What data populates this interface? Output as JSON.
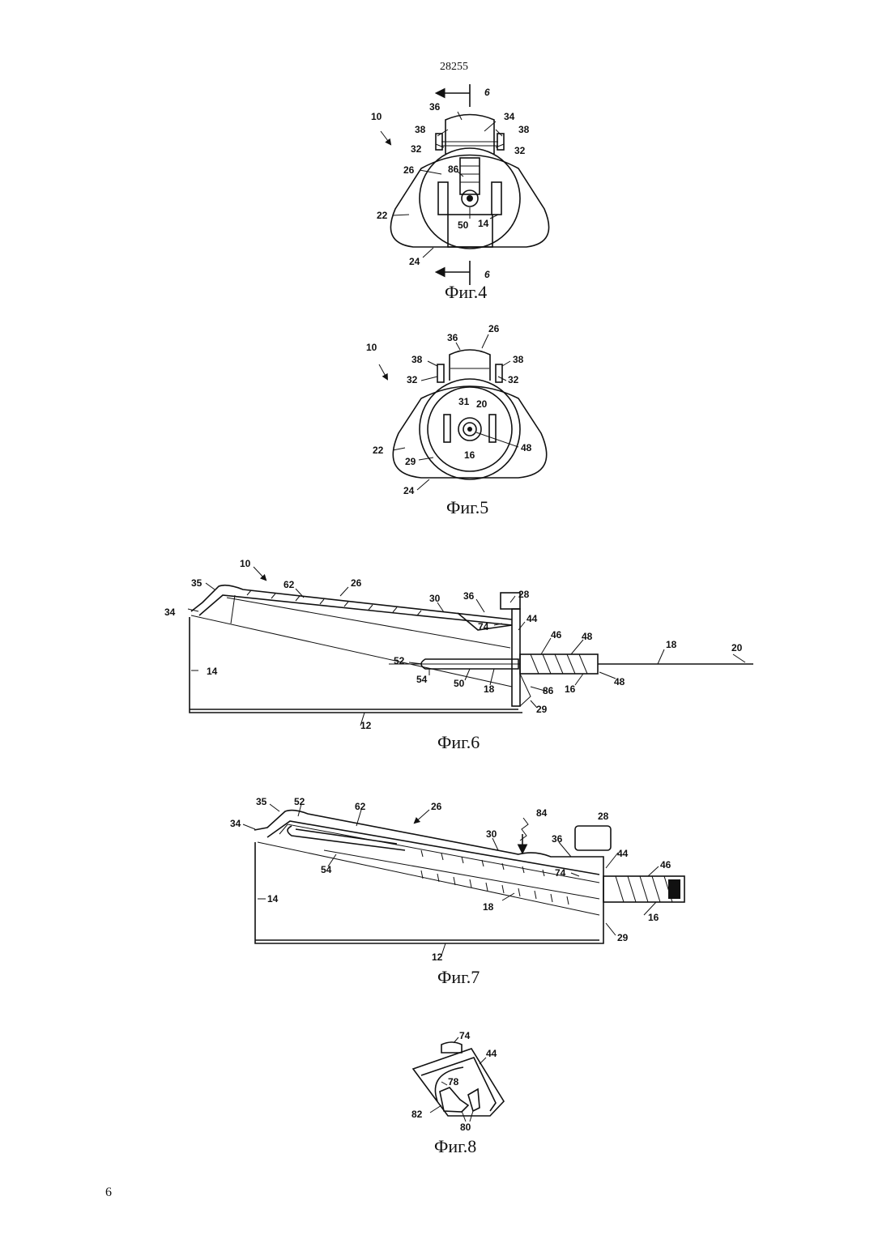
{
  "header": {
    "doc_number": "28255"
  },
  "footer": {
    "page_number": "6"
  },
  "figures": {
    "fig4": {
      "caption": "Фиг.4",
      "labels": {
        "l10": "10",
        "l36": "36",
        "l38a": "38",
        "l34": "34",
        "l38b": "38",
        "l32a": "32",
        "l32b": "32",
        "l26": "26",
        "l86": "86",
        "l22": "22",
        "l50": "50",
        "l14": "14",
        "l24": "24",
        "l6a": "6",
        "l6b": "6"
      }
    },
    "fig5": {
      "caption": "Фиг.5",
      "labels": {
        "l10": "10",
        "l36": "36",
        "l26": "26",
        "l38a": "38",
        "l38b": "38",
        "l32a": "32",
        "l32b": "32",
        "l31": "31",
        "l20": "20",
        "l48": "48",
        "l22": "22",
        "l16": "16",
        "l29": "29",
        "l24": "24"
      }
    },
    "fig6": {
      "caption": "Фиг.6",
      "labels": {
        "l10": "10",
        "l35": "35",
        "l62": "62",
        "l26": "26",
        "l34": "34",
        "l30": "30",
        "l36": "36",
        "l28": "28",
        "l74": "74",
        "l44": "44",
        "l46": "46",
        "l48a": "48",
        "l18a": "18",
        "l20": "20",
        "l52": "52",
        "l14": "14",
        "l54": "54",
        "l50": "50",
        "l18b": "18",
        "l86": "86",
        "l16": "16",
        "l48b": "48",
        "l29": "29",
        "l12": "12"
      }
    },
    "fig7": {
      "caption": "Фиг.7",
      "labels": {
        "l35": "35",
        "l52": "52",
        "l62": "62",
        "l26": "26",
        "l84": "84",
        "l28": "28",
        "l34": "34",
        "l30": "30",
        "l36": "36",
        "l44": "44",
        "l46": "46",
        "l54": "54",
        "l74": "74",
        "l14": "14",
        "l18": "18",
        "l16": "16",
        "l29": "29",
        "l12": "12"
      }
    },
    "fig8": {
      "caption": "Фиг.8",
      "labels": {
        "l74": "74",
        "l44": "44",
        "l78": "78",
        "l82": "82",
        "l80": "80"
      }
    }
  }
}
